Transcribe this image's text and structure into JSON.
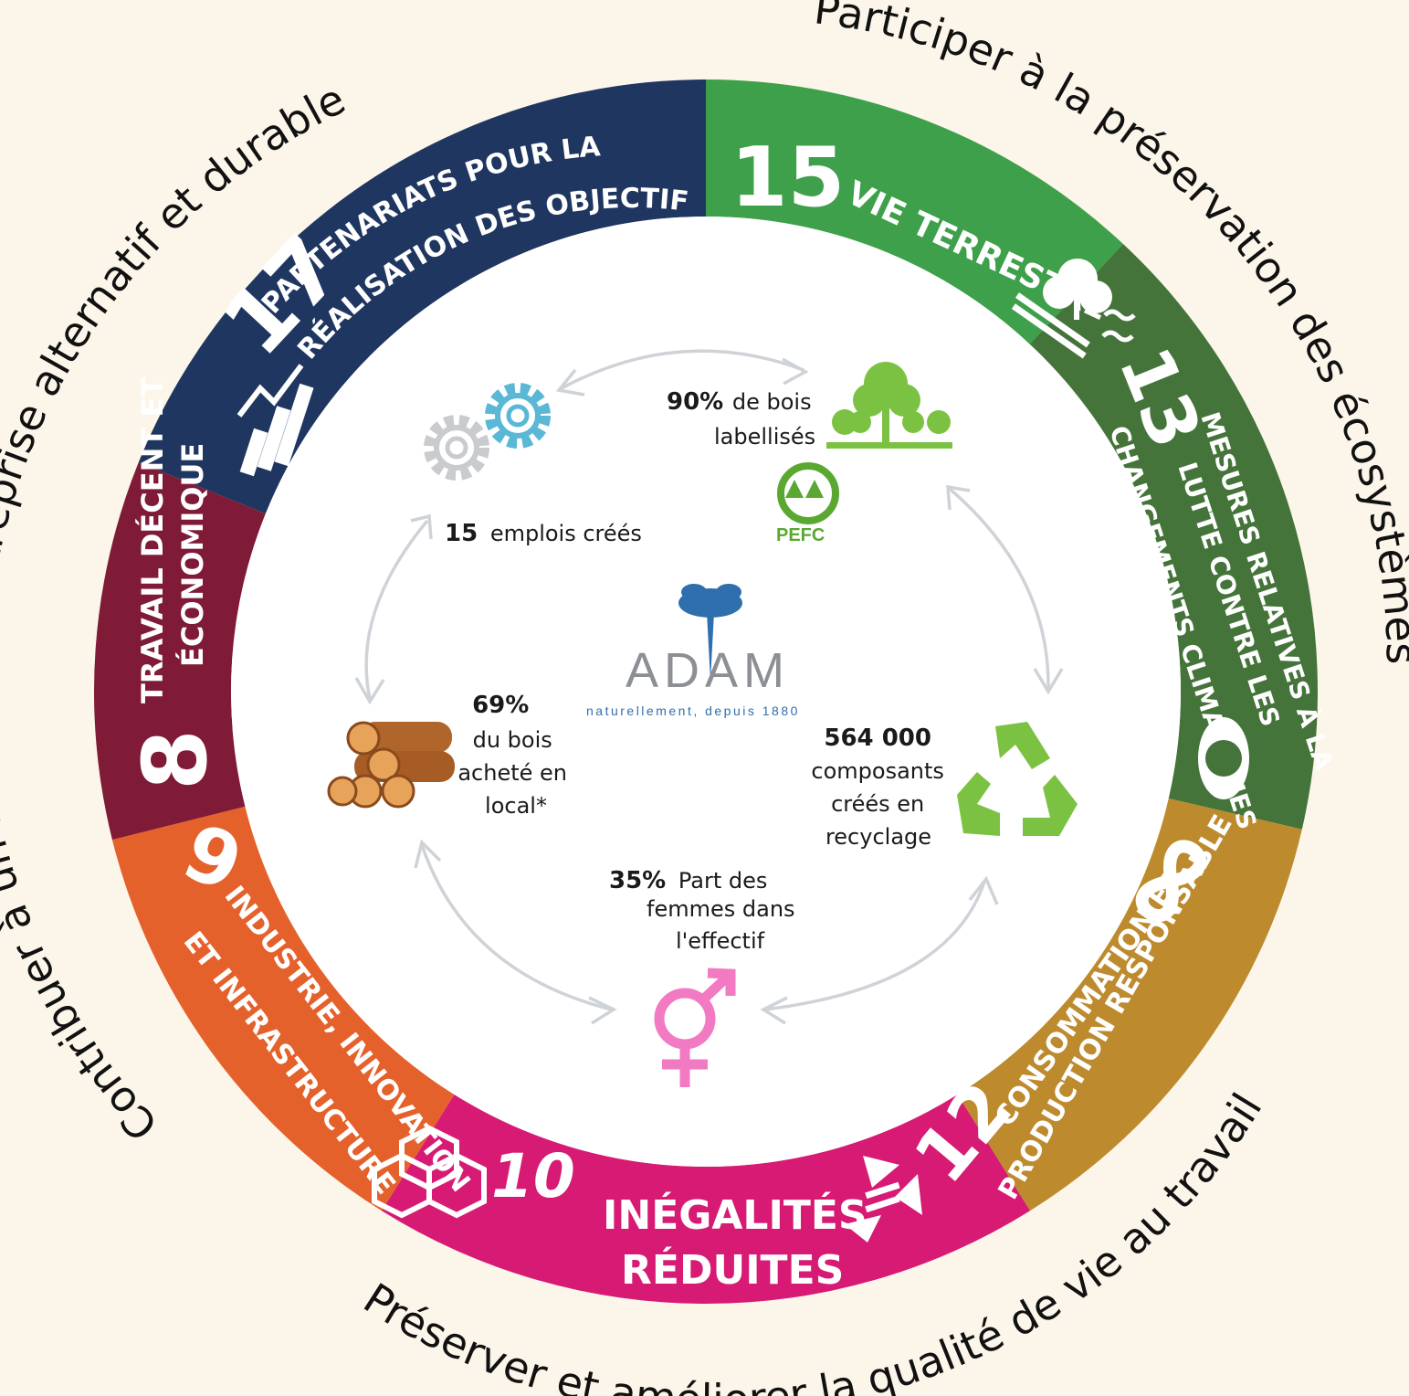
{
  "outer_labels": {
    "top_left": "Contribuer à un modèle d'entreprise alternatif et durable",
    "top_right": "Participer à la préservation des écosystèmes",
    "bottom": "Préserver et améliorer la qualité de vie au travail"
  },
  "segments": [
    {
      "number": "17",
      "line1": "PARTENARIATS POUR LA",
      "line2": "RÉALISATION DES OBJECTIFS",
      "color": "#1f3661",
      "icon": "partnership-icon"
    },
    {
      "number": "15",
      "line1": "VIE TERRESTRE",
      "line2": "",
      "color": "#3ea04a",
      "icon": "tree-land-icon"
    },
    {
      "number": "13",
      "line1": "MESURES RELATIVES À LA",
      "line2": "LUTTE CONTRE LES",
      "line3": "CHANGEMENTS CLIMATIQUES",
      "color": "#44743a",
      "icon": "eye-globe-icon"
    },
    {
      "number": "12",
      "line1": "CONSOMMATION ET",
      "line2": "PRODUCTION RESPONSABLE",
      "color": "#bd8b2e",
      "icon": "infinity-icon"
    },
    {
      "number": "10",
      "line1": "INÉGALITÉS",
      "line2": "RÉDUITES",
      "color": "#d71a74",
      "icon": "equality-arrows-icon"
    },
    {
      "number": "9",
      "line1": "INDUSTRIE, INNOVATION",
      "line2": "ET INFRASTRUCTURE",
      "color": "#e5612b",
      "icon": "cubes-icon"
    },
    {
      "number": "8",
      "line1": "TRAVAIL DÉCENT ET",
      "line2": "ÉCONOMIQUE",
      "color": "#7f1a37",
      "icon": "growth-chart-icon"
    }
  ],
  "stats": {
    "jobs": {
      "value": "15",
      "text": "emplois créés",
      "icon": "gears-icon"
    },
    "wood_labelled": {
      "value": "90%",
      "line1": "de bois",
      "line2": "labellisés",
      "icon": "forest-icon"
    },
    "pefc": {
      "label": "PEFC",
      "icon": "pefc-logo"
    },
    "local_wood": {
      "value": "69%",
      "line1": "du bois",
      "line2": "acheté en",
      "line3": "local*",
      "icon": "logs-icon"
    },
    "recycled": {
      "value": "564 000",
      "line1": "composants",
      "line2": "créés en",
      "line3": "recyclage",
      "icon": "recycle-icon"
    },
    "women": {
      "value": "35%",
      "line1": "Part des",
      "line2": "femmes dans",
      "line3": "l'effectif",
      "icon": "gender-icon"
    }
  },
  "logo": {
    "name": "ADAM",
    "tagline": "naturellement, depuis 1880",
    "color": "#2f6fae"
  }
}
